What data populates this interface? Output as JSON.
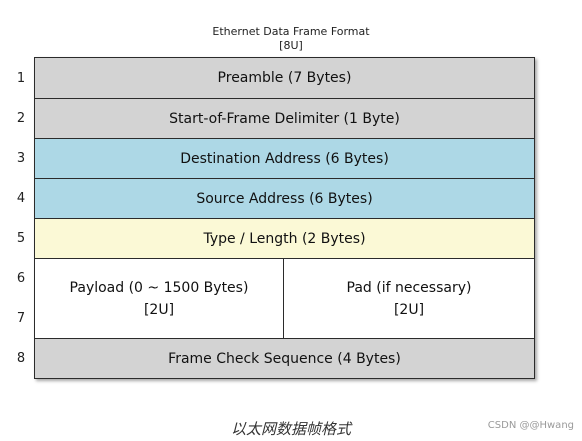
{
  "title": {
    "line1": "Ethernet Data Frame Format",
    "line2": "[8U]"
  },
  "row_numbers": [
    "1",
    "2",
    "3",
    "4",
    "5",
    "6",
    "7",
    "8"
  ],
  "fields": {
    "preamble": "Preamble (7 Bytes)",
    "sfd": "Start-of-Frame Delimiter (1 Byte)",
    "dest": "Destination Address (6 Bytes)",
    "src": "Source Address (6 Bytes)",
    "type": "Type / Length (2 Bytes)",
    "payload": {
      "label": "Payload (0 ~ 1500 Bytes)",
      "units": "[2U]"
    },
    "pad": {
      "label": "Pad (if necessary)",
      "units": "[2U]"
    },
    "fcs": "Frame Check Sequence (4 Bytes)"
  },
  "colors": {
    "gray": "#d3d3d3",
    "blue": "#add8e6",
    "yellow": "#fbf9d6"
  },
  "caption": "以太网数据帧格式",
  "watermark": "CSDN @@Hwang"
}
